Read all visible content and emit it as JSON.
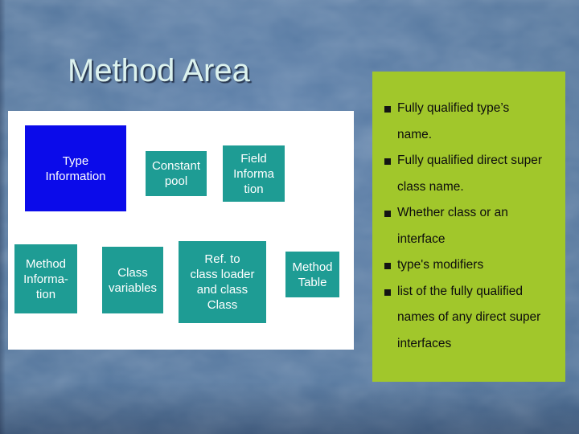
{
  "slide": {
    "title": "Method Area",
    "colors": {
      "background": "#56789F",
      "diagram_panel": "#FFFFFF",
      "callout_panel": "#A1C72B",
      "type_info_box": "#0B0BEA",
      "component_box": "#1E9C94",
      "title_text": "#DCF2EE",
      "box_text": "#FFFFFF",
      "bullet_text": "#0D0D0D"
    }
  },
  "diagram": {
    "boxes": [
      {
        "id": "type-information",
        "label": "Type\nInformation"
      },
      {
        "id": "constant-pool",
        "label": "Constant\npool"
      },
      {
        "id": "field-information",
        "label": "Field\nInforma\ntion"
      },
      {
        "id": "method-information",
        "label": "Method\nInforma-\ntion"
      },
      {
        "id": "class-variables",
        "label": "Class\nvariables"
      },
      {
        "id": "ref-to-class-loader",
        "label": "Ref. to\nclass loader\nand class\nClass"
      },
      {
        "id": "method-table",
        "label": "Method\nTable"
      }
    ]
  },
  "bullets": {
    "items": [
      {
        "text": "Fully qualified type’s\nname."
      },
      {
        "text": "Fully qualified direct super\nclass name."
      },
      {
        "text": "Whether class or an\ninterface"
      },
      {
        "text": "type's modifiers"
      },
      {
        "text": "list of the fully qualified\nnames of any direct super\ninterfaces"
      }
    ]
  }
}
